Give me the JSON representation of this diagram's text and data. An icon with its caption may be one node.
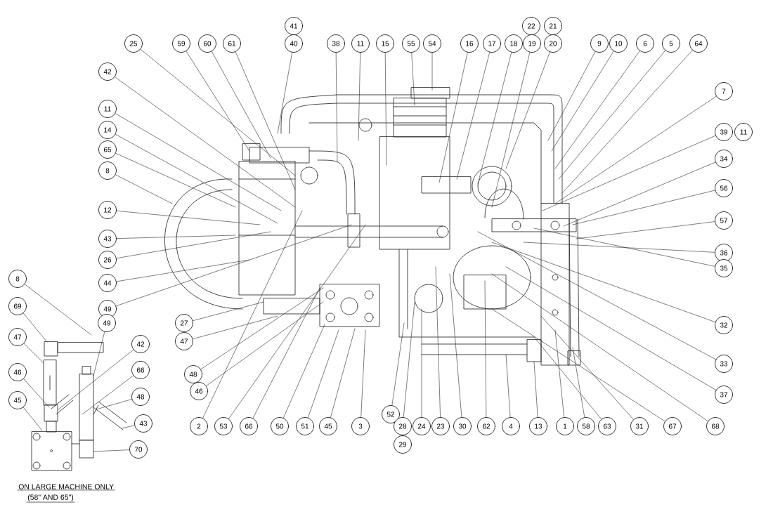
{
  "diagram": {
    "nodes": [
      {
        "text": [
          "25"
        ]
      },
      {
        "text": [
          "59"
        ]
      },
      {
        "text": [
          "60"
        ]
      },
      {
        "text": [
          "61"
        ]
      },
      {
        "text": [
          "41"
        ]
      },
      {
        "text": [
          "40"
        ]
      },
      {
        "text": [
          "38"
        ]
      },
      {
        "text": [
          "11"
        ]
      },
      {
        "text": [
          "15"
        ]
      },
      {
        "text": [
          "55"
        ]
      },
      {
        "text": [
          "54"
        ]
      },
      {
        "text": [
          "16"
        ]
      },
      {
        "text": [
          "17"
        ]
      },
      {
        "text": [
          "18"
        ]
      },
      {
        "text": [
          "22"
        ]
      },
      {
        "text": [
          "19"
        ]
      },
      {
        "text": [
          "21"
        ]
      },
      {
        "text": [
          "20"
        ]
      },
      {
        "text": [
          "9"
        ]
      },
      {
        "text": [
          "10"
        ]
      },
      {
        "text": [
          "6"
        ]
      },
      {
        "text": [
          "5"
        ]
      },
      {
        "text": [
          "64"
        ]
      },
      {
        "text": [
          "42"
        ]
      },
      {
        "text": [
          "7"
        ]
      },
      {
        "text": [
          "11"
        ]
      },
      {
        "text": [
          "14"
        ]
      },
      {
        "text": [
          "39"
        ]
      },
      {
        "text": [
          "11"
        ]
      },
      {
        "text": [
          "65"
        ]
      },
      {
        "text": [
          "34"
        ]
      },
      {
        "text": [
          "8"
        ]
      },
      {
        "text": [
          "56"
        ]
      },
      {
        "text": [
          "12"
        ]
      },
      {
        "text": [
          "57"
        ]
      },
      {
        "text": [
          "43"
        ]
      },
      {
        "text": [
          "36"
        ]
      },
      {
        "text": [
          "26"
        ]
      },
      {
        "text": [
          "35"
        ]
      },
      {
        "text": [
          "8"
        ]
      },
      {
        "text": [
          "44"
        ]
      },
      {
        "text": [
          "69"
        ]
      },
      {
        "text": [
          "49"
        ]
      },
      {
        "text": [
          "27"
        ]
      },
      {
        "text": [
          "49"
        ]
      },
      {
        "text": [
          "32"
        ]
      },
      {
        "text": [
          "47"
        ]
      },
      {
        "text": [
          "47"
        ]
      },
      {
        "text": [
          "42"
        ]
      },
      {
        "text": [
          "33"
        ]
      },
      {
        "text": [
          "66"
        ]
      },
      {
        "text": [
          "48"
        ]
      },
      {
        "text": [
          "46"
        ]
      },
      {
        "text": [
          "46"
        ]
      },
      {
        "text": [
          "37"
        ]
      },
      {
        "text": [
          "48"
        ]
      },
      {
        "text": [
          "45"
        ]
      },
      {
        "text": [
          "52"
        ]
      },
      {
        "text": [
          "43"
        ]
      },
      {
        "text": [
          "2"
        ]
      },
      {
        "text": [
          "53"
        ]
      },
      {
        "text": [
          "66"
        ]
      },
      {
        "text": [
          "50"
        ]
      },
      {
        "text": [
          "51"
        ]
      },
      {
        "text": [
          "45"
        ]
      },
      {
        "text": [
          "3"
        ]
      },
      {
        "text": [
          "28"
        ]
      },
      {
        "text": [
          "24"
        ]
      },
      {
        "text": [
          "23"
        ]
      },
      {
        "text": [
          "30"
        ]
      },
      {
        "text": [
          "62"
        ]
      },
      {
        "text": [
          "4"
        ]
      },
      {
        "text": [
          "13"
        ]
      },
      {
        "text": [
          "1"
        ]
      },
      {
        "text": [
          "58"
        ]
      },
      {
        "text": [
          "63"
        ]
      },
      {
        "text": [
          "31"
        ]
      },
      {
        "text": [
          "67"
        ]
      },
      {
        "text": [
          "68"
        ]
      },
      {
        "text": [
          "29"
        ]
      },
      {
        "text": [
          "70"
        ]
      }
    ],
    "edges": [
      {
        "from": 0,
        "to": null,
        "arrow": "none"
      },
      {
        "from": 1,
        "to": null,
        "arrow": "none"
      },
      {
        "from": 2,
        "to": null,
        "arrow": "none"
      },
      {
        "from": 3,
        "to": null,
        "arrow": "none"
      },
      {
        "from": 5,
        "to": null,
        "arrow": "none"
      },
      {
        "from": 6,
        "to": null,
        "arrow": "none"
      },
      {
        "from": 7,
        "to": null,
        "arrow": "none"
      },
      {
        "from": 8,
        "to": null,
        "arrow": "none"
      },
      {
        "from": 9,
        "to": null,
        "arrow": "none"
      },
      {
        "from": 10,
        "to": null,
        "arrow": "none"
      },
      {
        "from": 11,
        "to": null,
        "arrow": "none"
      },
      {
        "from": 12,
        "to": null,
        "arrow": "none"
      },
      {
        "from": 13,
        "to": null,
        "arrow": "none"
      },
      {
        "from": 15,
        "to": null,
        "arrow": "none"
      },
      {
        "from": 17,
        "to": null,
        "arrow": "none"
      },
      {
        "from": 18,
        "to": null,
        "arrow": "none"
      },
      {
        "from": 19,
        "to": null,
        "arrow": "none"
      },
      {
        "from": 20,
        "to": null,
        "arrow": "none"
      },
      {
        "from": 21,
        "to": null,
        "arrow": "none"
      },
      {
        "from": 22,
        "to": null,
        "arrow": "none"
      },
      {
        "from": 23,
        "to": null,
        "arrow": "none"
      },
      {
        "from": 24,
        "to": null,
        "arrow": "none"
      },
      {
        "from": 25,
        "to": null,
        "arrow": "none"
      },
      {
        "from": 26,
        "to": null,
        "arrow": "none"
      },
      {
        "from": 27,
        "to": null,
        "arrow": "none"
      },
      {
        "from": 29,
        "to": null,
        "arrow": "none"
      },
      {
        "from": 30,
        "to": null,
        "arrow": "none"
      },
      {
        "from": 31,
        "to": null,
        "arrow": "none"
      },
      {
        "from": 32,
        "to": null,
        "arrow": "none"
      },
      {
        "from": 33,
        "to": null,
        "arrow": "none"
      },
      {
        "from": 34,
        "to": null,
        "arrow": "none"
      },
      {
        "from": 35,
        "to": null,
        "arrow": "none"
      },
      {
        "from": 36,
        "to": null,
        "arrow": "none"
      },
      {
        "from": 37,
        "to": null,
        "arrow": "none"
      },
      {
        "from": 38,
        "to": null,
        "arrow": "none"
      },
      {
        "from": 39,
        "to": null,
        "arrow": "none"
      },
      {
        "from": 40,
        "to": null,
        "arrow": "none"
      },
      {
        "from": 41,
        "to": null,
        "arrow": "none"
      },
      {
        "from": 42,
        "to": null,
        "arrow": "none"
      },
      {
        "from": 43,
        "to": null,
        "arrow": "none"
      },
      {
        "from": 44,
        "to": null,
        "arrow": "none"
      },
      {
        "from": 45,
        "to": null,
        "arrow": "none"
      },
      {
        "from": 46,
        "to": null,
        "arrow": "none"
      },
      {
        "from": 47,
        "to": null,
        "arrow": "none"
      },
      {
        "from": 48,
        "to": null,
        "arrow": "none"
      },
      {
        "from": 49,
        "to": null,
        "arrow": "none"
      },
      {
        "from": 50,
        "to": null,
        "arrow": "none"
      },
      {
        "from": 51,
        "to": null,
        "arrow": "none"
      },
      {
        "from": 52,
        "to": null,
        "arrow": "none"
      },
      {
        "from": 53,
        "to": null,
        "arrow": "none"
      },
      {
        "from": 54,
        "to": null,
        "arrow": "none"
      },
      {
        "from": 55,
        "to": null,
        "arrow": "none"
      },
      {
        "from": 56,
        "to": null,
        "arrow": "none"
      },
      {
        "from": 57,
        "to": null,
        "arrow": "none"
      },
      {
        "from": 58,
        "to": null,
        "arrow": "none"
      },
      {
        "from": 59,
        "to": null,
        "arrow": "none"
      },
      {
        "from": 60,
        "to": null,
        "arrow": "none"
      },
      {
        "from": 61,
        "to": null,
        "arrow": "none"
      },
      {
        "from": 62,
        "to": null,
        "arrow": "none"
      },
      {
        "from": 63,
        "to": null,
        "arrow": "none"
      },
      {
        "from": 64,
        "to": null,
        "arrow": "none"
      },
      {
        "from": 65,
        "to": null,
        "arrow": "none"
      },
      {
        "from": 66,
        "to": null,
        "arrow": "none"
      },
      {
        "from": 67,
        "to": null,
        "arrow": "none"
      },
      {
        "from": 68,
        "to": null,
        "arrow": "none"
      },
      {
        "from": 69,
        "to": null,
        "arrow": "none"
      },
      {
        "from": 70,
        "to": null,
        "arrow": "none"
      },
      {
        "from": 71,
        "to": null,
        "arrow": "none"
      },
      {
        "from": 72,
        "to": null,
        "arrow": "none"
      },
      {
        "from": 73,
        "to": null,
        "arrow": "none"
      },
      {
        "from": 74,
        "to": null,
        "arrow": "none"
      },
      {
        "from": 75,
        "to": null,
        "arrow": "none"
      },
      {
        "from": 76,
        "to": null,
        "arrow": "none"
      },
      {
        "from": 77,
        "to": null,
        "arrow": "none"
      },
      {
        "from": 78,
        "to": null,
        "arrow": "none"
      },
      {
        "from": 80,
        "to": null,
        "arrow": "none"
      }
    ],
    "labels": [
      "ON LARGE MACHINE ONLY",
      "(58\" AND 65\")"
    ]
  }
}
